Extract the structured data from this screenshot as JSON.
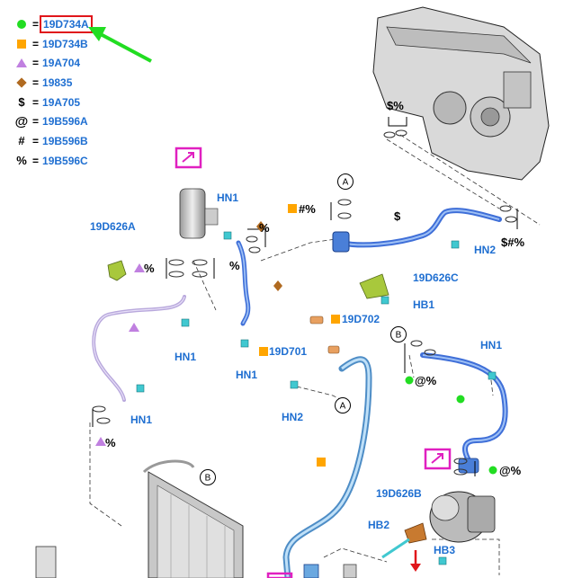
{
  "legend": {
    "items": [
      {
        "symbol": "green-dot",
        "code": "19D734A",
        "highlighted": true
      },
      {
        "symbol": "orange-square",
        "code": "19D734B"
      },
      {
        "symbol": "purple-triangle",
        "code": "19A704"
      },
      {
        "symbol": "brown-diamond",
        "code": "19835"
      },
      {
        "symbol": "$",
        "code": "19A705"
      },
      {
        "symbol": "@",
        "code": "19B596A"
      },
      {
        "symbol": "#",
        "code": "19B596B"
      },
      {
        "symbol": "%",
        "code": "19B596C"
      }
    ],
    "equals": "="
  },
  "labels": {
    "hn1": "HN1",
    "hn2": "HN2",
    "hb1": "HB1",
    "hb2": "HB2",
    "hb3": "HB3",
    "p19d626a": "19D626A",
    "p19d626b": "19D626B",
    "p19d626c": "19D626C",
    "p19d702": "19D702",
    "p19d701": "19D701"
  },
  "marks": {
    "dollar_pct": "$%",
    "hash_pct": "#%",
    "pct": "%",
    "dollar": "$",
    "dollar_hash_pct": "$#%",
    "at_pct": "@%",
    "circle_a": "A",
    "circle_b": "B"
  },
  "colors": {
    "label_blue": "#1f6fd1",
    "highlight_red": "#e0161b",
    "arrow_green": "#22dd22",
    "callout_magenta": "#e020c0",
    "hose_light_blue": "#8ec3e8",
    "hose_blue": "#3f6fd8",
    "hose_lilac": "#b8a8dc"
  }
}
